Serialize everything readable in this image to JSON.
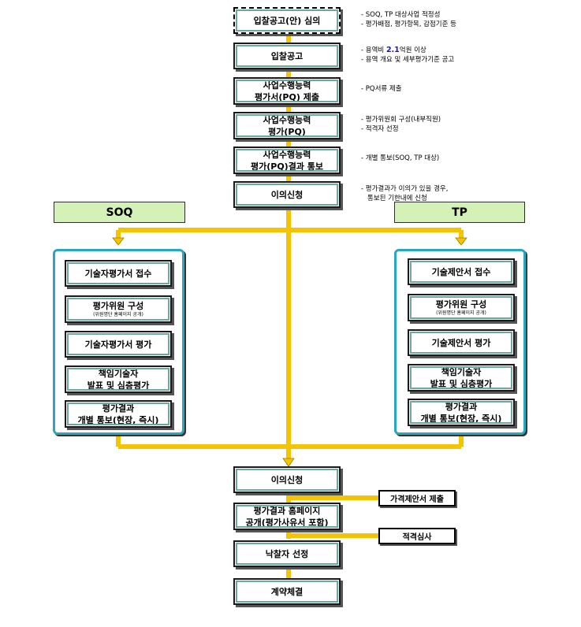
{
  "main_flow": {
    "step1": "입찰공고(안) 심의",
    "step2": "입찰공고",
    "step3_line1": "사업수행능력",
    "step3_line2": "평가서(PQ) 제출",
    "step4_line1": "사업수행능력",
    "step4_line2": "평가(PQ)",
    "step5_line1": "사업수행능력",
    "step5_line2": "평가(PQ)결과 통보",
    "step6": "이의신청"
  },
  "notes": {
    "n1_line1": "- SOQ, TP 대상사업 적정성",
    "n1_line2": "- 평가배점, 평가항목, 감점기준 등",
    "n2_line1_pre": "- 용역비 ",
    "n2_line1_hl": "2.1",
    "n2_line1_post": "억원 이상",
    "n2_line2": "- 용역 개요 및 세부평가기준 공고",
    "n3": "- PQ서류 제출",
    "n4_line1": "- 평가위원회 구성(내부직원)",
    "n4_line2": "- 적격자 선정",
    "n5": "- 개별 통보(SOQ, TP 대상)",
    "n6_line1": "- 평가결과가 이의가 있을 경우,",
    "n6_line2": "통보된 기한내에 신청"
  },
  "soq": {
    "header": "SOQ",
    "s1": "기술자평가서 접수",
    "s2": "평가위원 구성",
    "s2_sub": "(위원명단 홈페이지 공개)",
    "s3": "기술자평가서 평가",
    "s4_line1": "책임기술자",
    "s4_line2": "발표 및 심층평가",
    "s5_line1": "평가결과",
    "s5_line2": "개별 통보(현장, 즉시)"
  },
  "tp": {
    "header": "TP",
    "s1": "기술제안서 접수",
    "s2": "평가위원 구성",
    "s2_sub": "(위원명단 홈페이지 공개)",
    "s3": "기술제안서 평가",
    "s4_line1": "책임기술자",
    "s4_line2": "발표 및 심층평가",
    "s5_line1": "평가결과",
    "s5_line2": "개별 통보(현장, 즉시)"
  },
  "final_flow": {
    "f1": "이의신청",
    "f2_line1": "평가결과 홈페이지",
    "f2_line2": "공개(평가사유서 포함)",
    "f3": "낙찰자 선정",
    "f4": "계약체결",
    "side1": "가격제안서 제출",
    "side2": "적격심사"
  },
  "colors": {
    "connector": "#f5c400",
    "connector_edge": "#9a7b00",
    "header_bg": "#d4f2b8",
    "panel_border": "#2aa7bf",
    "highlight": "#1515c8"
  }
}
